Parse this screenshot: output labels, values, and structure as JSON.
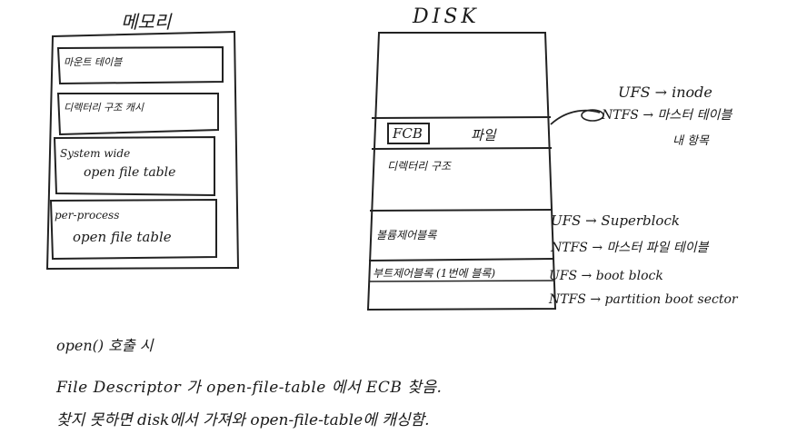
{
  "memory": {
    "title": "메모리",
    "boxes": [
      "마운트 테이블",
      "디렉터리 구조 캐시",
      "System wide",
      "open file table",
      "per-process",
      "open file table"
    ]
  },
  "disk": {
    "title": "DISK",
    "fcb_label": "FCB",
    "file_label": "파일",
    "dir_structure": "디렉터리 구조",
    "volume_control": "볼륨제어블록",
    "boot_control": "부트제어블록 (1번에 블록)"
  },
  "annotations": {
    "fcb_ufs": "UFS → inode",
    "fcb_ntfs": "NTFS → 마스터 테이블",
    "fcb_ntfs_cont": "내 항목",
    "vol_ufs": "UFS → Superblock",
    "vol_ntfs": "NTFS → 마스터 파일 테이블",
    "boot_ufs": "UFS → boot block",
    "boot_ntfs": "NTFS → partition boot sector"
  },
  "notes": {
    "line1": "open() 호출 시",
    "line2": "File Descriptor 가 open-file-table 에서 ECB 찾음.",
    "line3": "찾지 못하면 disk에서 가져와 open-file-table에 캐싱함."
  }
}
